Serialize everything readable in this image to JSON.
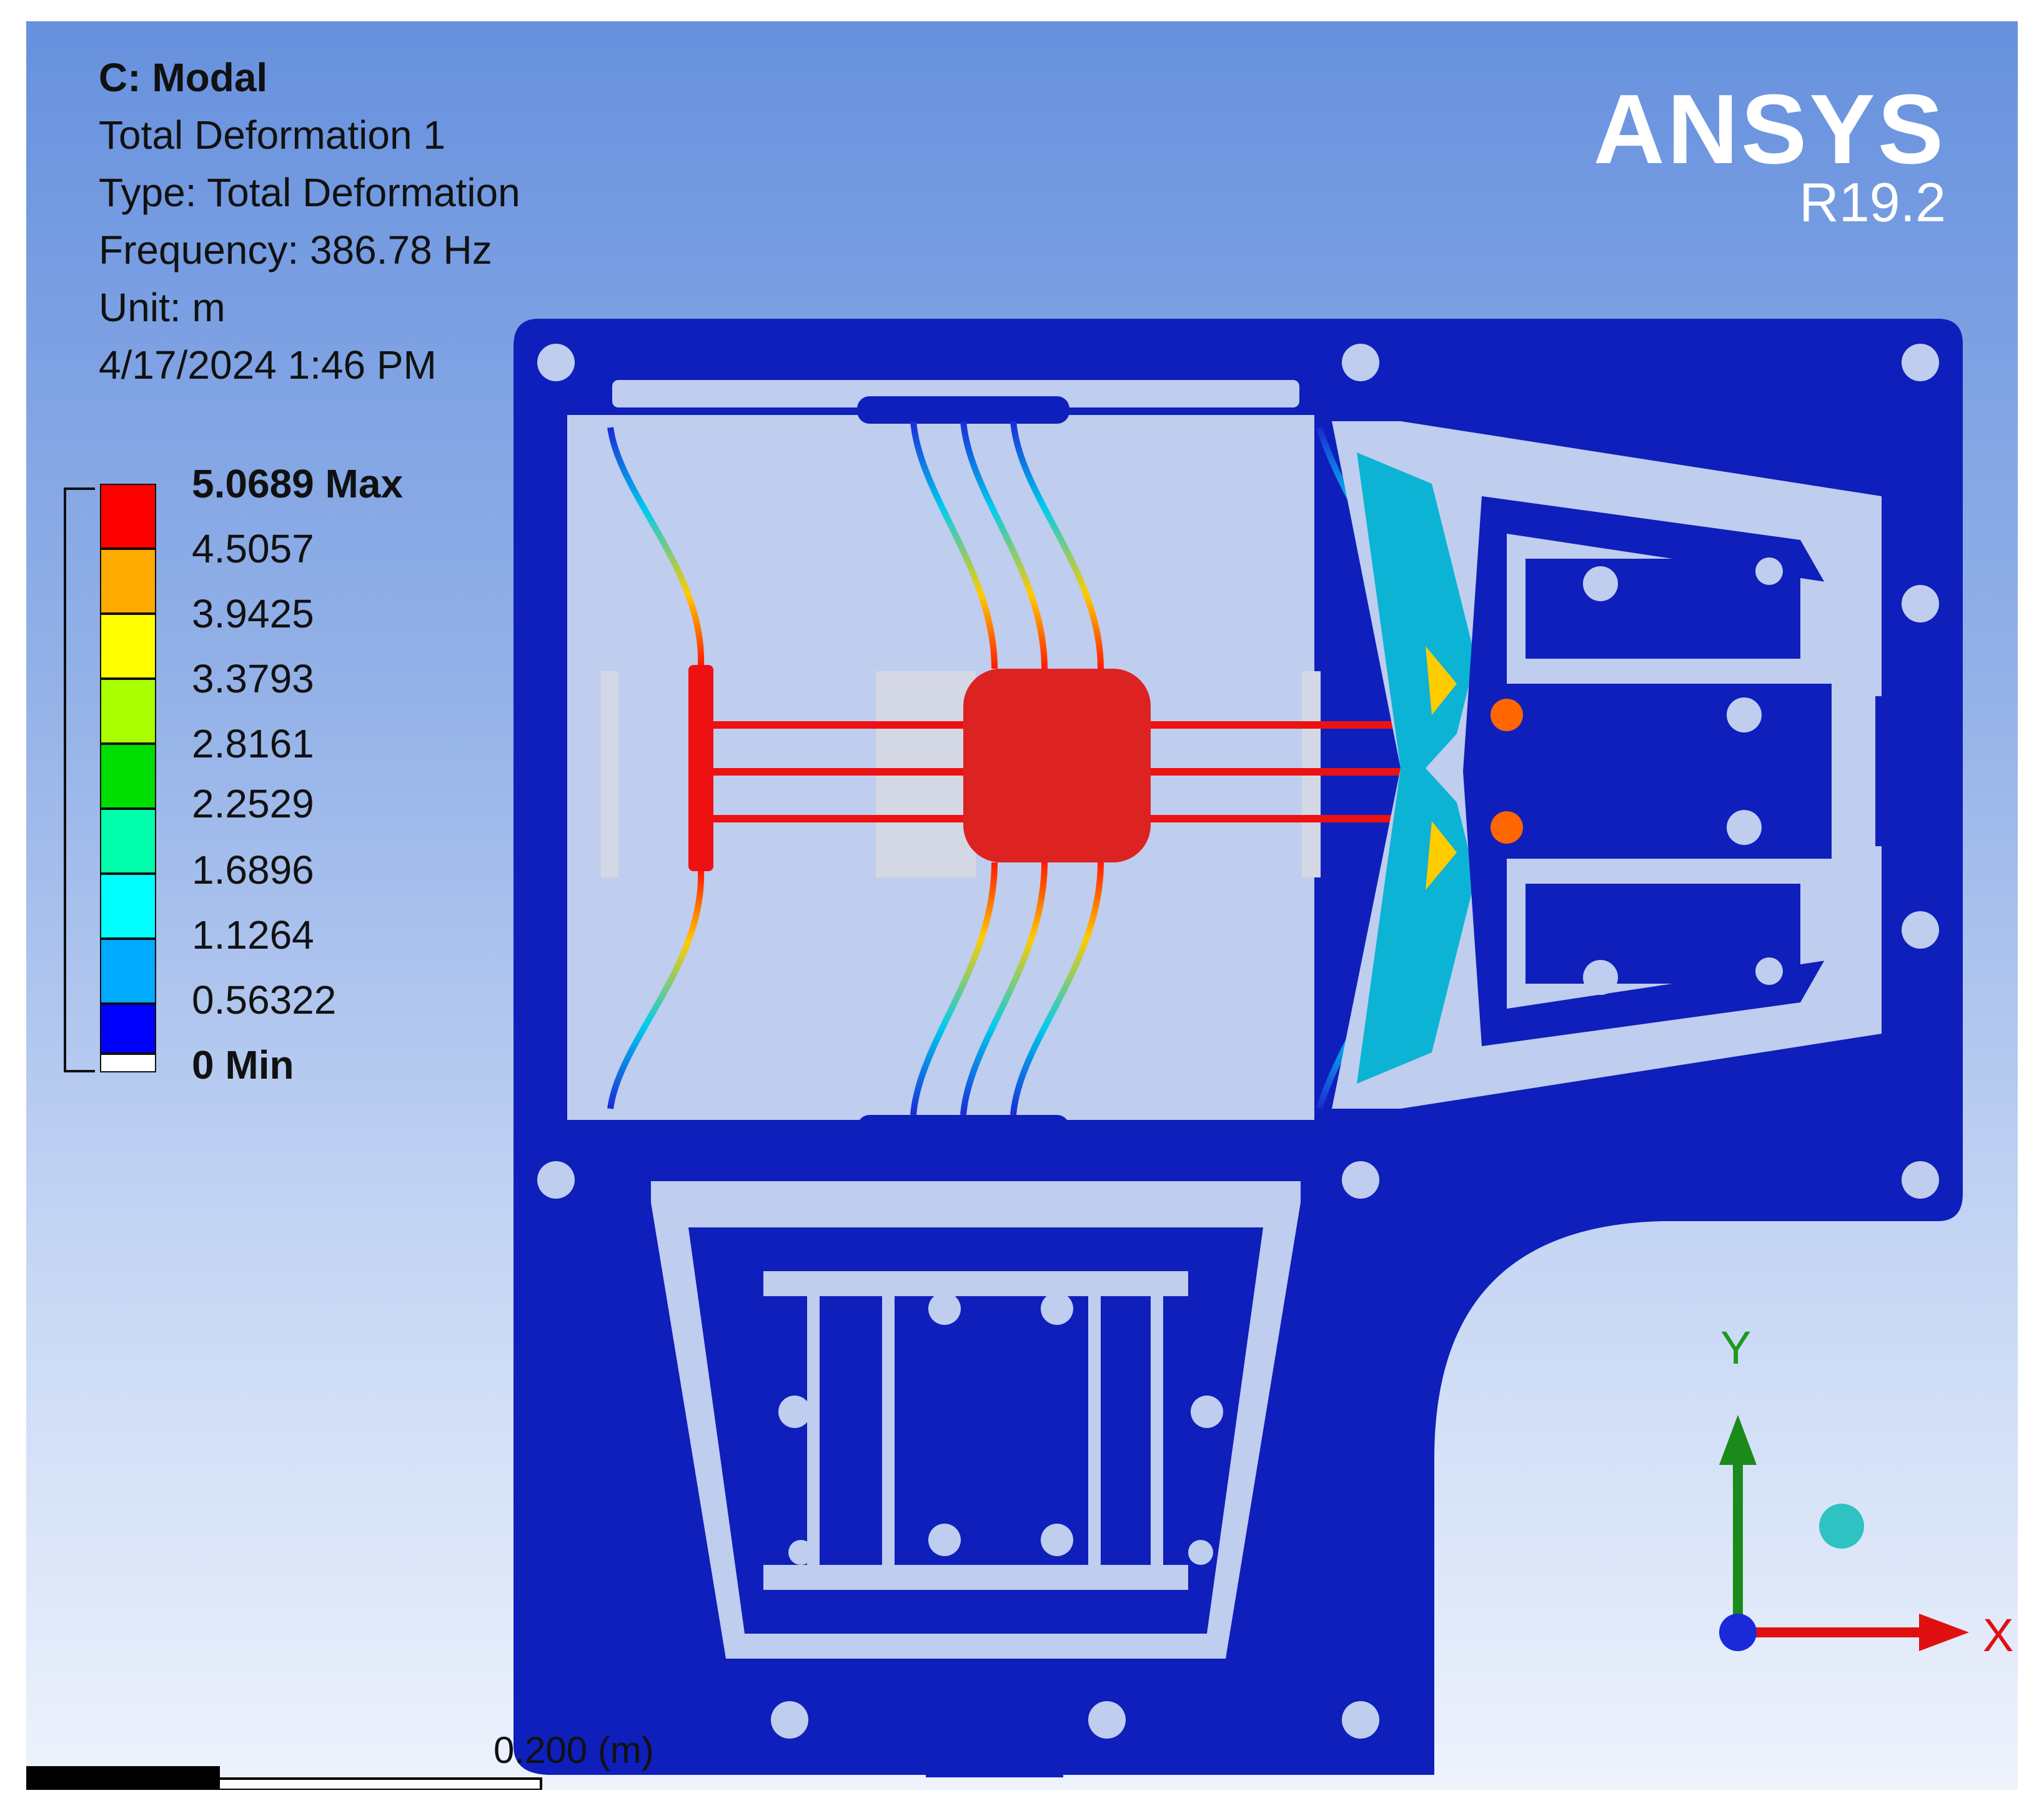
{
  "header": {
    "system": "C: Modal",
    "result_name": "Total Deformation 1",
    "type": "Type: Total Deformation",
    "frequency": "Frequency: 386.78 Hz",
    "unit": "Unit: m",
    "datetime": "4/17/2024 1:46 PM"
  },
  "brand": {
    "name": "ANSYS",
    "version": "R19.2"
  },
  "legend": {
    "entries": [
      {
        "label": "5.0689 Max",
        "color": "#ff0000"
      },
      {
        "label": "4.5057",
        "color": "#ffaa00"
      },
      {
        "label": "3.9425",
        "color": "#ffff00"
      },
      {
        "label": "3.3793",
        "color": "#aaff00"
      },
      {
        "label": "2.8161",
        "color": "#00dd00"
      },
      {
        "label": "2.2529",
        "color": "#00ffaa"
      },
      {
        "label": "1.6896",
        "color": "#00ffff"
      },
      {
        "label": "1.1264",
        "color": "#00aaff"
      },
      {
        "label": "0.56322",
        "color": "#0000ff"
      },
      {
        "label": "0 Min",
        "color": "#ffffff"
      }
    ]
  },
  "scale": {
    "label": "0.200 (m)"
  },
  "triad": {
    "x_label": "X",
    "y_label": "Y"
  },
  "colors": {
    "body": "#0f1fbb",
    "cutout": "#bfcdee",
    "max": "#ff0000",
    "background_top": "#6791de",
    "background_bottom": "#eef3fc"
  }
}
